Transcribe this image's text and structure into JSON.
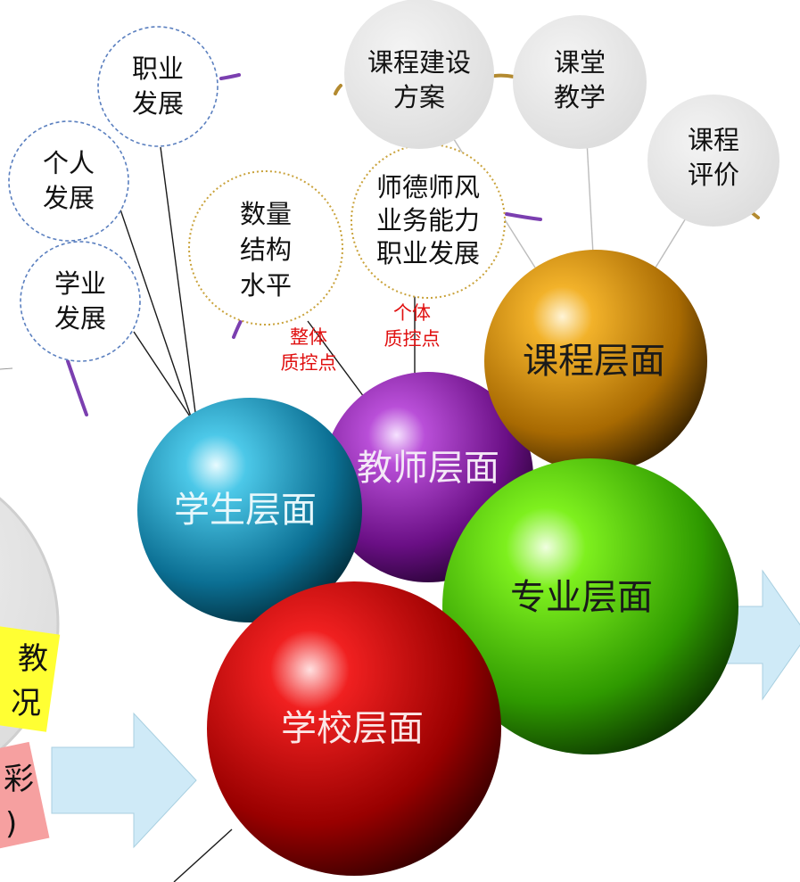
{
  "levels": {
    "student": "学生层面",
    "teacher": "教师层面",
    "course": "课程层面",
    "major": "专业层面",
    "school": "学校层面"
  },
  "student_aspects": {
    "career": [
      "职业",
      "发展"
    ],
    "personal": [
      "个人",
      "发展"
    ],
    "academic": [
      "学业",
      "发展"
    ]
  },
  "teacher_aspects": {
    "overall": [
      "数量",
      "结构",
      "水平"
    ],
    "individual": [
      "师德师风",
      "业务能力",
      "职业发展"
    ]
  },
  "course_aspects": {
    "plan": [
      "课程建设",
      "方案"
    ],
    "teaching": [
      "课堂",
      "教学"
    ],
    "evaluation": [
      "课程",
      "评价"
    ]
  },
  "notes": {
    "overall_qc": [
      "整体",
      "质控点"
    ],
    "individual_qc": [
      "个体",
      "质控点"
    ]
  },
  "partial_left": {
    "yellow_note": [
      "教",
      "况"
    ],
    "pink_note": [
      "彩",
      ")"
    ]
  },
  "colors": {
    "student": "#1aa6c8",
    "teacher": "#9a1fb5",
    "course": "#e49a08",
    "major": "#55d400",
    "school": "#d00808",
    "arrow": "#cfeaf7",
    "note_red": "#e01010"
  }
}
